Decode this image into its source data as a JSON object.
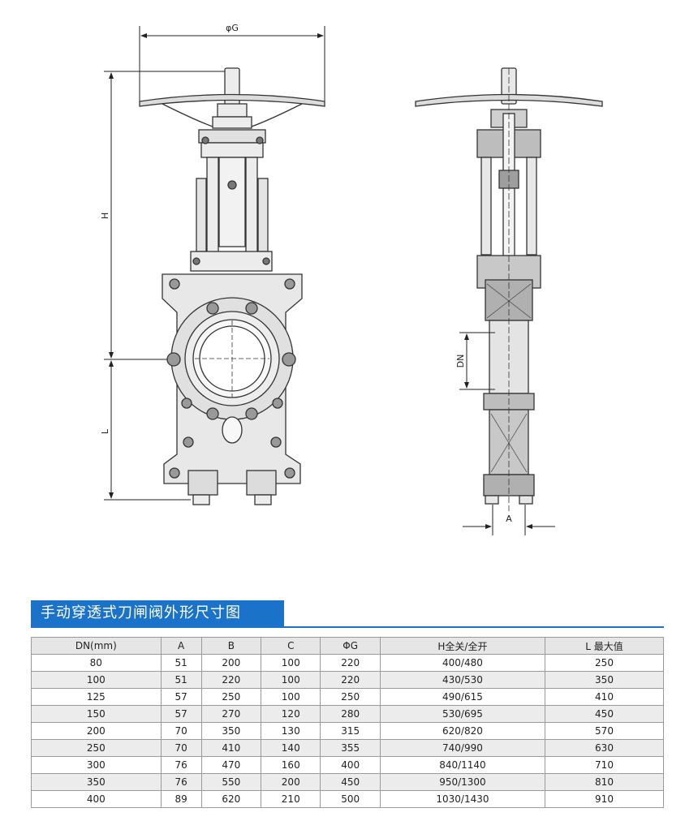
{
  "drawing": {
    "front_view": {
      "dim_g": "φG",
      "dim_h": "H",
      "dim_l": "L"
    },
    "side_view": {
      "dim_dn": "DN",
      "dim_a": "A"
    }
  },
  "title": "手动穿透式刀闸阀外形尺寸图",
  "table": {
    "headers": [
      "DN(mm)",
      "A",
      "B",
      "C",
      "ΦG",
      "H全关/全开",
      "L 最大值"
    ],
    "rows": [
      [
        "80",
        "51",
        "200",
        "100",
        "220",
        "400/480",
        "250"
      ],
      [
        "100",
        "51",
        "220",
        "100",
        "220",
        "430/530",
        "350"
      ],
      [
        "125",
        "57",
        "250",
        "100",
        "250",
        "490/615",
        "410"
      ],
      [
        "150",
        "57",
        "270",
        "120",
        "280",
        "530/695",
        "450"
      ],
      [
        "200",
        "70",
        "350",
        "130",
        "315",
        "620/820",
        "570"
      ],
      [
        "250",
        "70",
        "410",
        "140",
        "355",
        "740/990",
        "630"
      ],
      [
        "300",
        "76",
        "470",
        "160",
        "400",
        "840/1140",
        "710"
      ],
      [
        "350",
        "76",
        "550",
        "200",
        "450",
        "950/1300",
        "810"
      ],
      [
        "400",
        "89",
        "620",
        "210",
        "500",
        "1030/1430",
        "910"
      ]
    ]
  }
}
